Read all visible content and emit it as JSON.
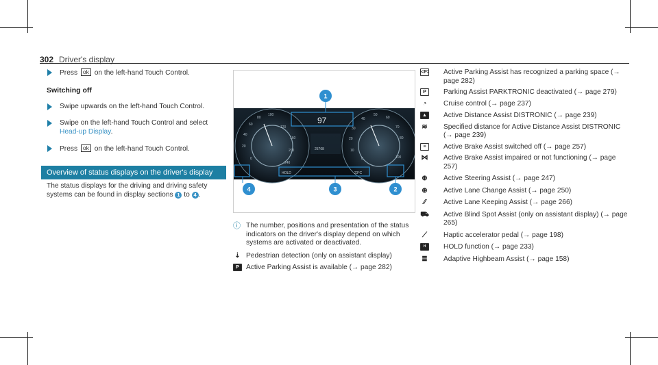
{
  "header": {
    "page_number": "302",
    "section": "Driver's display"
  },
  "left": {
    "step1": {
      "pre": "Press",
      "key": "ok",
      "post": "on the left-hand Touch Control."
    },
    "subhead": "Switching off",
    "step2": {
      "text": "Swipe upwards on the left-hand Touch Control."
    },
    "step3": {
      "pre": "Swipe on the left-hand Touch Control and select",
      "link": "Head-up Display",
      "post": "."
    },
    "step4": {
      "pre": "Press",
      "key": "ok",
      "post": "on the left-hand Touch Control."
    },
    "section_title": "Overview of status displays on the driver's display",
    "para": {
      "pre": "The status displays for the driving and driving safety systems can be found in display sections",
      "num_from": "1",
      "to": "to",
      "num_to": "4",
      "end": "."
    }
  },
  "figure": {
    "callouts": [
      "1",
      "2",
      "3",
      "4"
    ],
    "left_dial_ticks": [
      "20",
      "40",
      "60",
      "80",
      "100",
      "120",
      "160",
      "200",
      "240",
      "0"
    ],
    "right_dial_ticks": [
      "10",
      "20",
      "30",
      "40",
      "50",
      "60",
      "70",
      "80",
      "100",
      "0"
    ],
    "speed": "97",
    "odometer": "25768",
    "hold": "HOLD",
    "temp": "23°C"
  },
  "middle": {
    "note": "The number, positions and presentation of the status indicators on the driver's display depend on which systems are activated or deactivated.",
    "entries": [
      {
        "icon": "pedestrian-icon",
        "text": "Pedestrian detection (only on assistant display)"
      },
      {
        "icon": "parking-p-icon",
        "text": "Active Parking Assist is available (→ page 282)"
      }
    ]
  },
  "right": {
    "entries": [
      {
        "icon": "parking-space-icon",
        "text": "Active Parking Assist has recognized a parking space (→ page 282)"
      },
      {
        "icon": "parktronic-off-icon",
        "text": "Parking Assist PARKTRONIC deactivated (→ page 279)"
      },
      {
        "icon": "cruise-control-icon",
        "text": "Cruise control (→ page 237)"
      },
      {
        "icon": "distronic-icon",
        "text": "Active Distance Assist DISTRONIC (→ page 239)"
      },
      {
        "icon": "distance-icon",
        "text": "Specified distance for Active Distance Assist DISTRONIC (→ page 239)"
      },
      {
        "icon": "brake-assist-off-icon",
        "text": "Active Brake Assist switched off (→ page 257)"
      },
      {
        "icon": "brake-assist-impaired-icon",
        "text": "Active Brake Assist impaired or not functioning (→ page 257)"
      },
      {
        "icon": "steering-assist-icon",
        "text": "Active Steering Assist (→ page 247)"
      },
      {
        "icon": "lane-change-icon",
        "text": "Active Lane Change Assist (→ page 250)"
      },
      {
        "icon": "lane-keeping-icon",
        "text": "Active Lane Keeping Assist (→ page 266)"
      },
      {
        "icon": "blind-spot-icon",
        "text": "Active Blind Spot Assist (only on assistant display) (→ page 265)"
      },
      {
        "icon": "haptic-pedal-icon",
        "text": "Haptic accelerator pedal (→ page 198)"
      },
      {
        "icon": "hold-icon",
        "text": "HOLD function (→ page 233)"
      },
      {
        "icon": "highbeam-icon",
        "text": "Adaptive Highbeam Assist (→ page 158)"
      }
    ]
  }
}
